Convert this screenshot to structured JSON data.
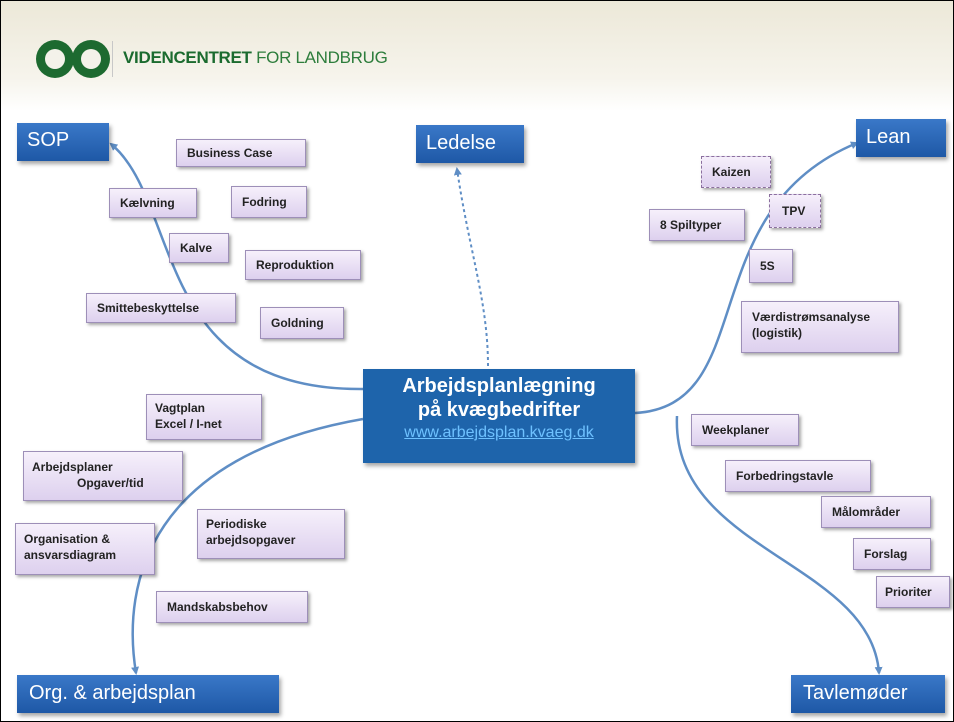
{
  "header": {
    "org_bold": "VIDENCENTRET",
    "org_light": "FOR LANDBRUG"
  },
  "center": {
    "line1": "Arbejdsplanlægning",
    "line2": "på kvægbedrifter",
    "link": "www.arbejdsplan.kvaeg.dk"
  },
  "branches": {
    "sop": "SOP",
    "ledelse": "Ledelse",
    "lean": "Lean",
    "org": "Org. & arbejdsplan",
    "tavle": "Tavlemøder"
  },
  "sop_items": {
    "business_case": "Business Case",
    "kaelvning": "Kælvning",
    "fodring": "Fodring",
    "kalve": "Kalve",
    "reproduktion": "Reproduktion",
    "smitte": "Smittebeskyttelse",
    "goldning": "Goldning"
  },
  "lean_items": {
    "kaizen": "Kaizen",
    "tpv": "TPV",
    "spiltyper": "8 Spiltyper",
    "fem_s": "5S",
    "vaerdi_1": "Værdistrømsanalyse",
    "vaerdi_2": "(logistik)"
  },
  "org_items": {
    "vagtplan_1": "Vagtplan",
    "vagtplan_2": "Excel / I-net",
    "arbejdsplaner_1": "Arbejdsplaner",
    "arbejdsplaner_2": "Opgaver/tid",
    "organisation_1": "Organisation &",
    "organisation_2": "ansvarsdiagram",
    "periodiske_1": "Periodiske",
    "periodiske_2": "arbejdsopgaver",
    "mandskab": "Mandskabsbehov"
  },
  "tavle_items": {
    "weekplaner": "Weekplaner",
    "forbedring": "Forbedringstavle",
    "maalomraader": "Målområder",
    "forslag": "Forslag",
    "prioriter": "Prioriter"
  },
  "colors": {
    "branch_blue": "#1e58a6",
    "center_blue": "#1e64ab",
    "arrow": "#5f8ec5",
    "item_fill": "#e6dcf2"
  }
}
